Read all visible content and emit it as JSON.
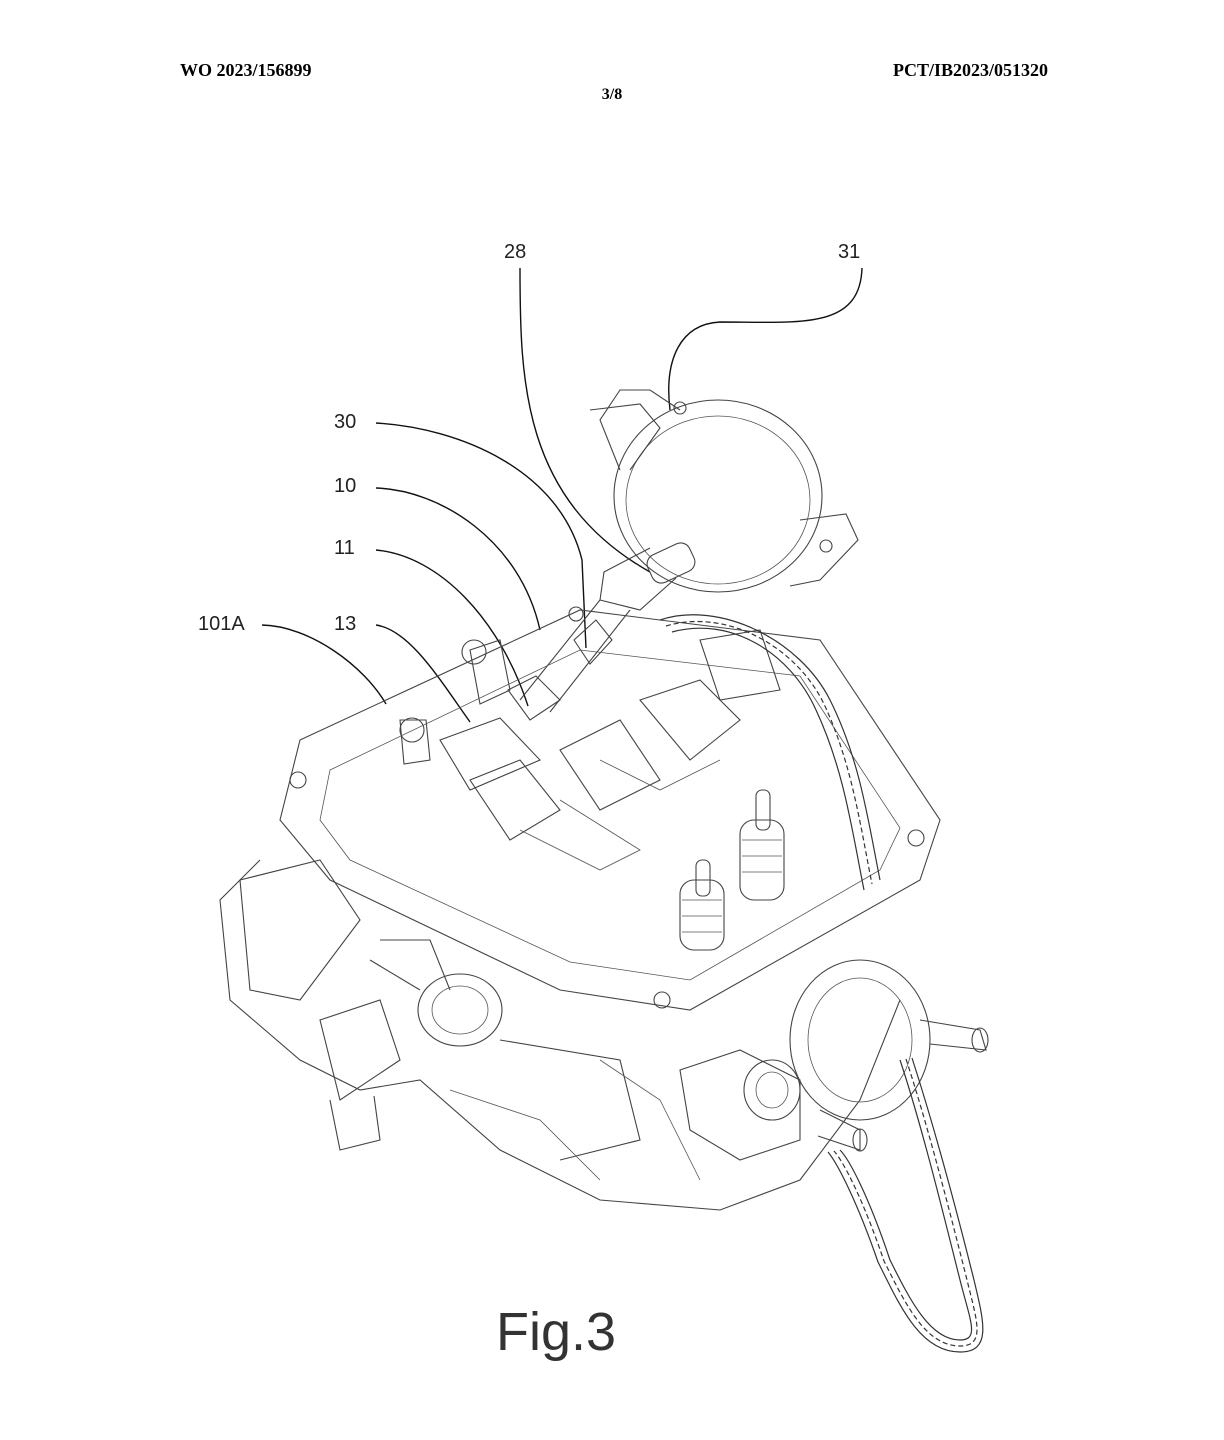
{
  "header": {
    "publication_number": "WO 2023/156899",
    "application_number": "PCT/IB2023/051320",
    "sheet": "3/8"
  },
  "figure": {
    "label": "Fig.3",
    "reference_numerals": [
      {
        "id": "28",
        "text": "28"
      },
      {
        "id": "31",
        "text": "31"
      },
      {
        "id": "30",
        "text": "30"
      },
      {
        "id": "10",
        "text": "10"
      },
      {
        "id": "11",
        "text": "11"
      },
      {
        "id": "101A",
        "text": "101A"
      },
      {
        "id": "13",
        "text": "13"
      }
    ]
  }
}
